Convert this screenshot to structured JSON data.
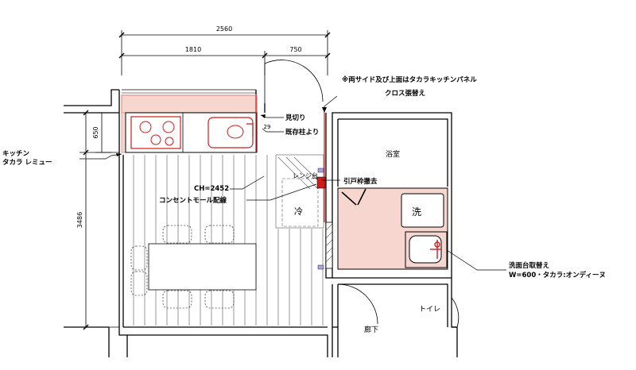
{
  "dimensions": {
    "overall_width": "2560",
    "left_width": "1810",
    "right_width": "750",
    "counter_depth": "650",
    "room_depth": "3486",
    "gap_29": "29"
  },
  "labels": {
    "kitchen_line1": "キッチン",
    "kitchen_line2": "タカラ レミュー",
    "note_panel": "※両サイド及び上面はタカラキッチンパネル",
    "cloth": "クロス張替え",
    "mikiri": "見切り",
    "existing_column": "既存柱より",
    "bathroom": "浴室",
    "range_stand": "レンジ台",
    "sliding_frame": "引戸枠撤去",
    "ceiling_height": "CH=2452",
    "outlet_wiring": "コンセントモール配線",
    "fridge": "冷",
    "washer": "洗",
    "vanity_line1": "洗面台取替え",
    "vanity_line2": "W=600・タカラ:オンディーヌ",
    "toilet": "トイレ",
    "hallway": "廊下"
  },
  "colors": {
    "line": "#000000",
    "highlight": "#e8a09a",
    "highlight_fill": "#f6d6cf",
    "red_accent": "#d11a1a",
    "floor_line": "#555555"
  }
}
